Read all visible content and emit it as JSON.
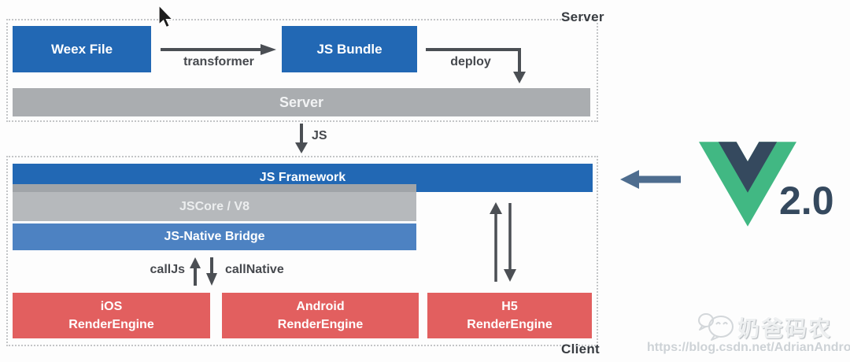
{
  "server_section": {
    "label": "Server",
    "weex_file_label": "Weex File",
    "transformer_label": "transformer",
    "js_bundle_label": "JS Bundle",
    "deploy_label": "deploy",
    "server_bar_label": "Server"
  },
  "js_flow_label": "JS",
  "client_section": {
    "label": "Client",
    "js_framework_label": "JS Framework",
    "jscore_label": "JSCore / V8",
    "bridge_label": "JS-Native Bridge",
    "calljs_label": "callJs",
    "callnative_label": "callNative",
    "engines": [
      {
        "line1": "iOS",
        "line2": "RenderEngine"
      },
      {
        "line1": "Android",
        "line2": "RenderEngine"
      },
      {
        "line1": "H5",
        "line2": "RenderEngine"
      }
    ]
  },
  "vue": {
    "version_label": "2.0"
  },
  "watermark": {
    "name": "奶爸码农",
    "url": "https://blog.csdn.net/AdrianAndroid"
  },
  "colors": {
    "box_blue": "#2268b4",
    "bridge_blue": "#4d82c2",
    "server_gray": "#aaadb0",
    "jscore_gray": "#b6b9bc",
    "engine_red": "#e25f5f",
    "arrow_gray": "#4b4f54",
    "dashed_border": "#c3c5c7",
    "vue_green": "#41b883",
    "vue_navy": "#35495e",
    "vue_arrow_slate": "#4e6d8f"
  }
}
